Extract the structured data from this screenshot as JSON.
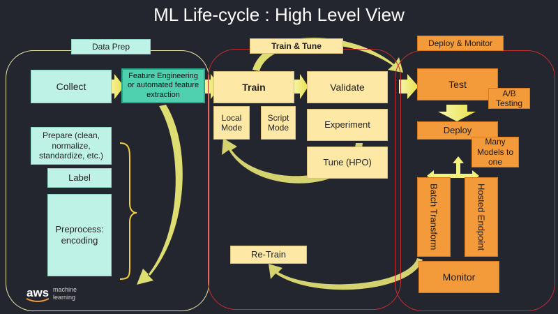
{
  "title": "ML Life-cycle : High Level View",
  "sections": {
    "data_prep": "Data Prep",
    "train_tune": "Train & Tune",
    "deploy_monitor": "Deploy & Monitor"
  },
  "boxes": {
    "collect": "Collect",
    "feature_engineering": "Feature Engineering or automated feature extraction",
    "prepare": "Prepare (clean, normalize, standardize, etc.)",
    "label": "Label",
    "preprocess": "Preprocess: encoding",
    "train": "Train",
    "validate": "Validate",
    "local_mode": "Local Mode",
    "script_mode": "Script Mode",
    "experiment": "Experiment",
    "tune": "Tune (HPO)",
    "retrain": "Re-Train",
    "test": "Test",
    "ab_testing": "A/B Testing",
    "deploy": "Deploy",
    "many_models": "Many Models to one",
    "batch_transform": "Batch Transform",
    "hosted_endpoint": "Hosted Endpoint",
    "monitor": "Monitor"
  },
  "logo": {
    "brand": "aws",
    "line1": "machine",
    "line2": "learning"
  },
  "colors": {
    "background": "#23262f",
    "mint": "#bff2e6",
    "yellow": "#fde8a6",
    "orange": "#f39a3a",
    "arrow": "#f3f27a"
  }
}
